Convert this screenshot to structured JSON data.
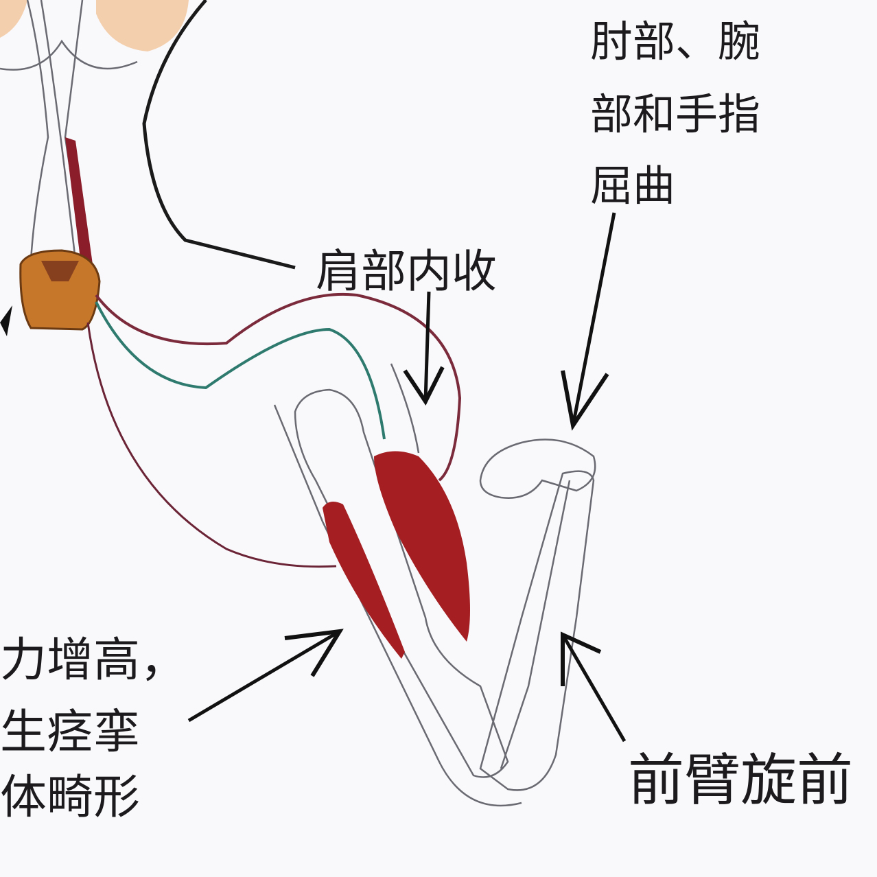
{
  "labels": {
    "elbow_wrist_finger_flexion": [
      "肘部、腕",
      "部和手指",
      "屈曲"
    ],
    "shoulder_adduction": "肩部内收",
    "left_text": [
      "力增高，",
      "生痉挛",
      "体畸形"
    ],
    "forearm_pronation": "前臂旋前"
  },
  "colors": {
    "background": "#f9f9fb",
    "muscle": "#a41e22",
    "spinal_cord": "#c7772a",
    "nerve_red": "#7a2a3a",
    "nerve_teal": "#2e7a6e",
    "text": "#1c1a1c"
  }
}
